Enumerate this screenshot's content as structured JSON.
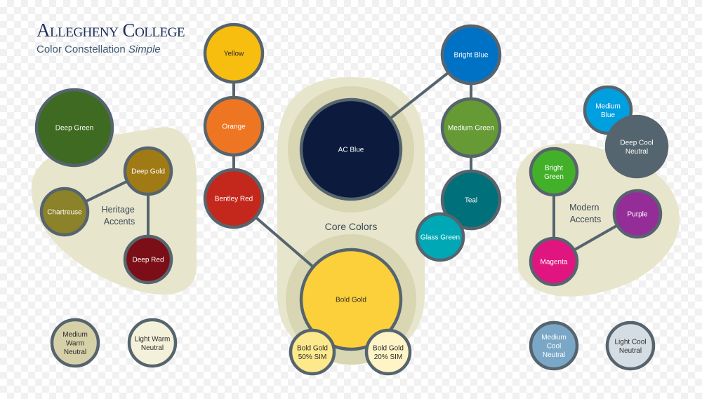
{
  "brand": {
    "name": "Allegheny College",
    "subtitle": "Color Constellation",
    "subtitle_italic": "Simple"
  },
  "groups": {
    "heritage": [
      "Heritage",
      "Accents"
    ],
    "core": [
      "Core Colors"
    ],
    "modern": [
      "Modern",
      "Accents"
    ]
  },
  "colors": [
    {
      "id": "yellow",
      "lines": [
        "Yellow"
      ],
      "fill": "#f7bd0f",
      "text": "#2b2b2b"
    },
    {
      "id": "orange",
      "lines": [
        "Orange"
      ],
      "fill": "#ee7623",
      "text": "#ffffff"
    },
    {
      "id": "bentley-red",
      "lines": [
        "Bentley Red"
      ],
      "fill": "#c4281c",
      "text": "#ffffff"
    },
    {
      "id": "deep-green",
      "lines": [
        "Deep Green"
      ],
      "fill": "#3f6a22",
      "text": "#ffffff"
    },
    {
      "id": "deep-gold",
      "lines": [
        "Deep Gold"
      ],
      "fill": "#a07a14",
      "text": "#ffffff"
    },
    {
      "id": "chartreuse",
      "lines": [
        "Chartreuse"
      ],
      "fill": "#8b8229",
      "text": "#ffffff"
    },
    {
      "id": "deep-red",
      "lines": [
        "Deep Red"
      ],
      "fill": "#7b0e16",
      "text": "#ffffff"
    },
    {
      "id": "ac-blue",
      "lines": [
        "AC Blue"
      ],
      "fill": "#0b1a3d",
      "text": "#ffffff"
    },
    {
      "id": "bold-gold",
      "lines": [
        "Bold Gold"
      ],
      "fill": "#fcd03a",
      "text": "#2b2b2b"
    },
    {
      "id": "bold-gold-50",
      "lines": [
        "Bold Gold",
        "50% SIM"
      ],
      "fill": "#fde98c",
      "text": "#2b2b2b"
    },
    {
      "id": "bold-gold-20",
      "lines": [
        "Bold Gold",
        "20% SIM"
      ],
      "fill": "#fef4c6",
      "text": "#2b2b2b"
    },
    {
      "id": "bright-blue",
      "lines": [
        "Bright Blue"
      ],
      "fill": "#0072c6",
      "text": "#ffffff"
    },
    {
      "id": "medium-green",
      "lines": [
        "Medium Green"
      ],
      "fill": "#669a35",
      "text": "#ffffff"
    },
    {
      "id": "teal",
      "lines": [
        "Teal"
      ],
      "fill": "#00707a",
      "text": "#ffffff"
    },
    {
      "id": "glass-green",
      "lines": [
        "Glass Green"
      ],
      "fill": "#00a8b5",
      "text": "#ffffff"
    },
    {
      "id": "medium-blue",
      "lines": [
        "Medium",
        "Blue"
      ],
      "fill": "#009fdf",
      "text": "#ffffff"
    },
    {
      "id": "deep-cool-neutral",
      "lines": [
        "Deep Cool",
        "Neutral"
      ],
      "fill": "#55656f",
      "text": "#ffffff"
    },
    {
      "id": "bright-green",
      "lines": [
        "Bright",
        "Green"
      ],
      "fill": "#43b02a",
      "text": "#ffffff"
    },
    {
      "id": "purple",
      "lines": [
        "Purple"
      ],
      "fill": "#952d98",
      "text": "#ffffff"
    },
    {
      "id": "magenta",
      "lines": [
        "Magenta"
      ],
      "fill": "#e0157f",
      "text": "#ffffff"
    },
    {
      "id": "medium-warm-neutral",
      "lines": [
        "Medium",
        "Warm",
        "Neutral"
      ],
      "fill": "#d6d0a9",
      "text": "#2b2b2b"
    },
    {
      "id": "light-warm-neutral",
      "lines": [
        "Light Warm",
        "Neutral"
      ],
      "fill": "#f4f1da",
      "text": "#2b2b2b"
    },
    {
      "id": "medium-cool-neutral",
      "lines": [
        "Medium",
        "Cool",
        "Neutral"
      ],
      "fill": "#7ba7c7",
      "text": "#ffffff"
    },
    {
      "id": "light-cool-neutral",
      "lines": [
        "Light Cool",
        "Neutral"
      ],
      "fill": "#d4dde3",
      "text": "#2b2b2b"
    }
  ],
  "links": [
    [
      "yellow",
      "orange"
    ],
    [
      "orange",
      "bentley-red"
    ],
    [
      "bentley-red",
      "bold-gold"
    ],
    [
      "deep-gold",
      "chartreuse"
    ],
    [
      "deep-gold",
      "deep-red"
    ],
    [
      "ac-blue",
      "bright-blue"
    ],
    [
      "bright-blue",
      "medium-green"
    ],
    [
      "medium-green",
      "teal"
    ],
    [
      "bright-green",
      "magenta"
    ],
    [
      "magenta",
      "purple"
    ]
  ],
  "palette": {
    "cluster_fill": "#e7e5cc",
    "ring_fill": "#d8d6b3",
    "outline": "#56646e",
    "link": "#56646e"
  }
}
